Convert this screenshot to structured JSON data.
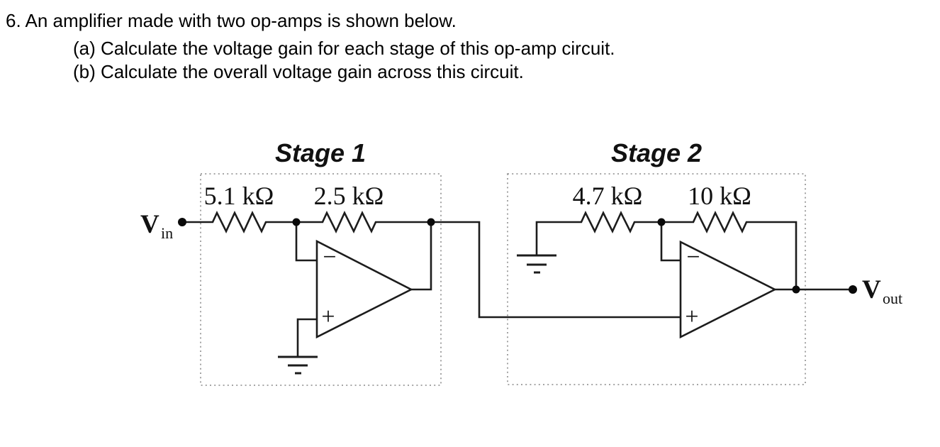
{
  "problem": {
    "statement": "6. An amplifier made with two op-amps is shown below.",
    "part_a": "(a) Calculate the voltage gain for each stage of this op-amp circuit.",
    "part_b": "(b) Calculate the overall voltage gain across this circuit."
  },
  "circuit": {
    "input_terminal": {
      "label": "V",
      "subscript": "in"
    },
    "output_terminal": {
      "label": "V",
      "subscript": "out"
    },
    "stage1": {
      "title": "Stage 1",
      "input_resistor_value": "5.1 kΩ",
      "feedback_resistor_value": "2.5 kΩ",
      "opamp": {
        "inverting_symbol": "−",
        "noninverting_symbol": "+"
      }
    },
    "stage2": {
      "title": "Stage 2",
      "input_resistor_value": "4.7 kΩ",
      "feedback_resistor_value": "10 kΩ",
      "opamp": {
        "inverting_symbol": "−",
        "noninverting_symbol": "+"
      }
    },
    "colors": {
      "wire": "#1c1c1c",
      "stage_box_border": "#9a9a9a",
      "text": "#000000"
    }
  }
}
